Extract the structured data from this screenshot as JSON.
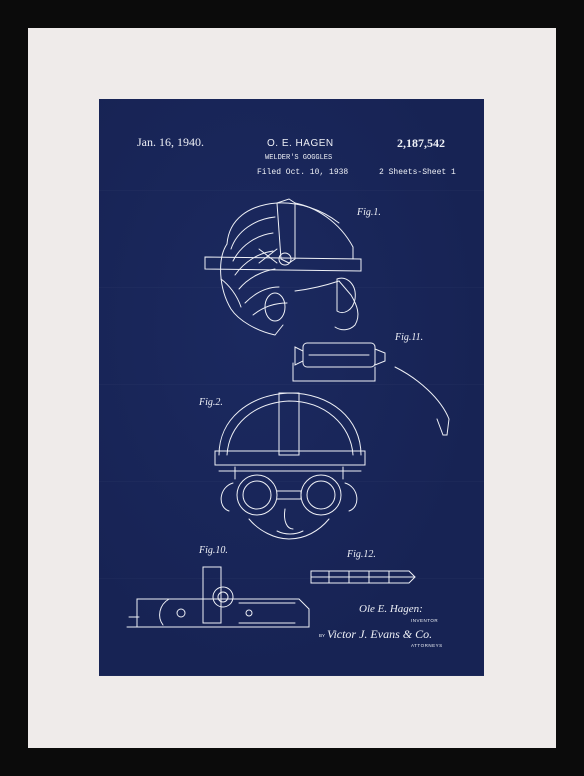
{
  "patent": {
    "date": "Jan. 16, 1940.",
    "inventor": "O. E. HAGEN",
    "number": "2,187,542",
    "title": "WELDER'S GOGGLES",
    "filed": "Filed Oct. 10, 1938",
    "sheets": "2 Sheets-Sheet 1"
  },
  "figures": {
    "fig1": "Fig.1.",
    "fig2": "Fig.2.",
    "fig10": "Fig.10.",
    "fig11": "Fig.11.",
    "fig12": "Fig.12."
  },
  "signature": {
    "inventor_signature": "Ole E. Hagen:",
    "inventor_label": "INVENTOR",
    "by": "BY",
    "attorney_signature": "Victor J. Evans & Co.",
    "attorney_label": "ATTORNEYS"
  },
  "colors": {
    "frame": "#0b0b0b",
    "mat": "#efebea",
    "print": "#172354",
    "ink": "#eef0f6"
  }
}
